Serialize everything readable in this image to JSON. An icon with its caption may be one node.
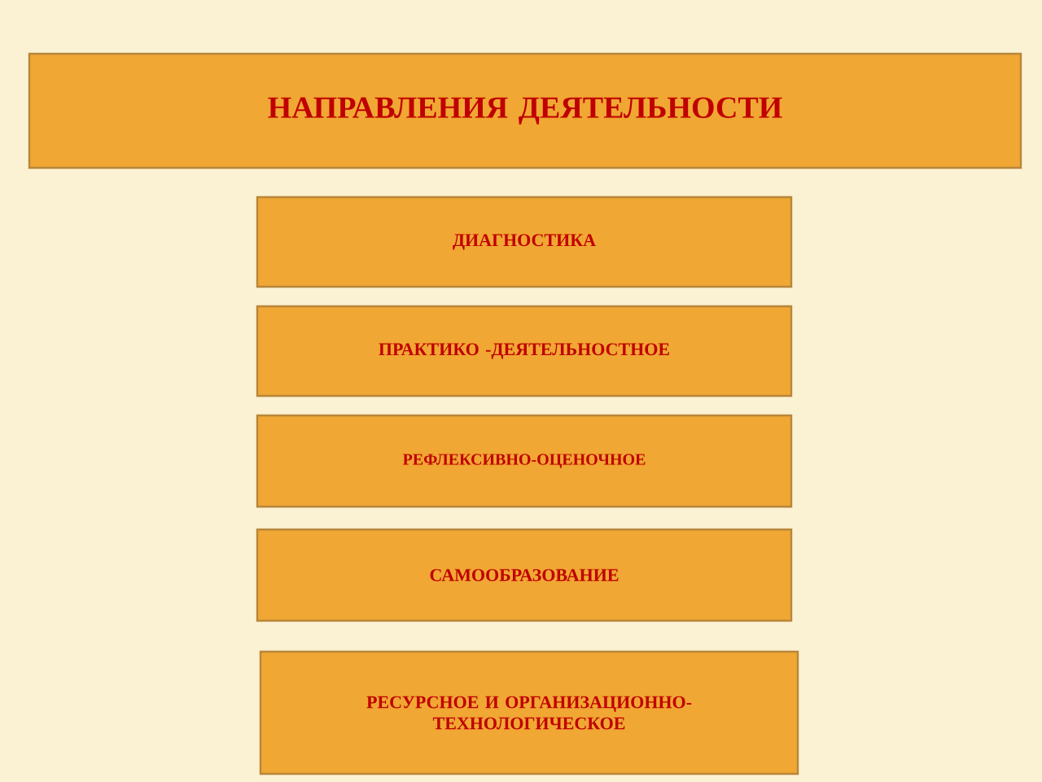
{
  "diagram": {
    "nodes": [
      {
        "text": [
          "НАПРАВЛЕНИЯ ДЕЯТЕЛЬНОСТИ"
        ]
      },
      {
        "text": [
          "ДИАГНОСТИКА"
        ]
      },
      {
        "text": [
          "ПРАКТИКО -ДЕЯТЕЛЬНОСТНОЕ"
        ]
      },
      {
        "text": [
          "РЕФЛЕКСИВНО-ОЦЕНОЧНОЕ"
        ]
      },
      {
        "text": [
          "САМООБРАЗОВАНИЕ"
        ]
      },
      {
        "text": [
          "РЕСУРСНОЕ И ОРГАНИЗАЦИОННО-ТЕХНОЛОГИЧЕСКОЕ"
        ]
      }
    ]
  }
}
